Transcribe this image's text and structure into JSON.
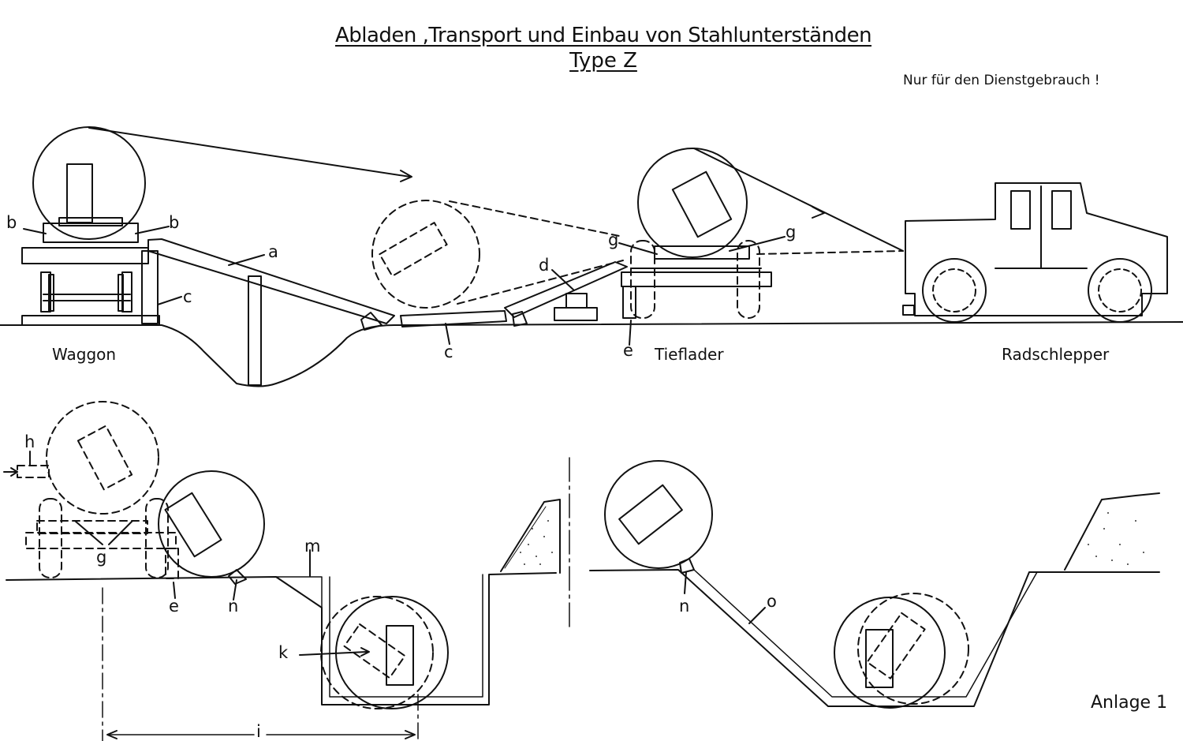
{
  "header": {
    "title": "Abladen ,Transport und Einbau von Stahlunterständen",
    "subtitle": "Type Z",
    "note": "Nur für den Dienstgebrauch !"
  },
  "labels": {
    "waggon": "Waggon",
    "tieflader": "Tieflader",
    "radschlepper": "Radschlepper",
    "anlage": "Anlage 1"
  },
  "letters": {
    "a": "a",
    "b": "b",
    "c": "c",
    "d": "d",
    "e": "e",
    "g": "g",
    "h": "h",
    "i": "i",
    "k": "k",
    "m": "m",
    "n": "n",
    "o": "o"
  }
}
